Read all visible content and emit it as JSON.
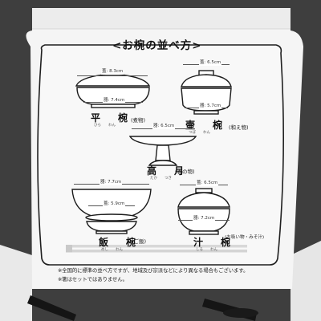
{
  "card": {
    "title": "<お椀の並べ方>",
    "dishes": [
      {
        "name": "平　椀",
        "ruby": "ひら　　わん",
        "kind": "(煮物)",
        "dims": [
          {
            "label": "蓋",
            "value": "8.3cm"
          },
          {
            "label": "器",
            "value": "7.4cm"
          }
        ]
      },
      {
        "name": "壷　椀",
        "ruby": "つぼ　　わん",
        "kind": "(和え物)",
        "dims": [
          {
            "label": "蓋",
            "value": "6.5cm"
          },
          {
            "label": "器",
            "value": "5.7cm"
          }
        ]
      },
      {
        "name": "高　月",
        "ruby": "たか　　つき",
        "kind": "(香の物)",
        "dims": [
          {
            "label": "器",
            "value": "6.5cm"
          }
        ]
      },
      {
        "name": "飯　椀",
        "ruby": "めし　　わん",
        "kind": "(ご飯)",
        "dims": [
          {
            "label": "器",
            "value": "7.7cm"
          },
          {
            "label": "蓋",
            "value": "5.9cm"
          }
        ]
      },
      {
        "name": "汁　椀",
        "ruby": "しる　　わん",
        "kind": "(お吸い物・みそ汁)",
        "dims": [
          {
            "label": "蓋",
            "value": "6.5cm"
          },
          {
            "label": "器",
            "value": "7.2cm"
          }
        ]
      }
    ],
    "notes": [
      "※全国的に標準の並べ方ですが、地域及び宗派などにより異なる場合もございます。",
      "※箸はセットではありません。"
    ]
  }
}
